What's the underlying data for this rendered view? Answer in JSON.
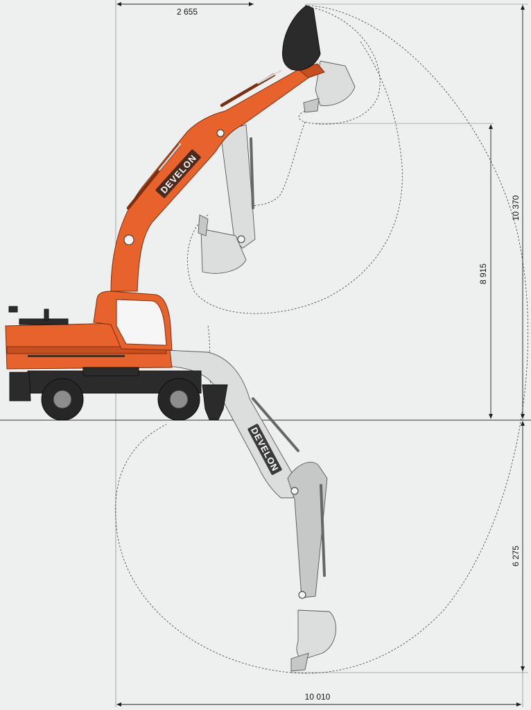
{
  "dimensions": {
    "top_offset": "2 655",
    "max_height": "10 370",
    "max_dump_height": "8 915",
    "max_dig_depth": "6 275",
    "max_reach": "10 010"
  },
  "boom_brand": "DEVELON",
  "colors": {
    "machine_orange": "#e8622c",
    "ghost_gray": "#dcdedd",
    "background": "#eef0f0"
  }
}
